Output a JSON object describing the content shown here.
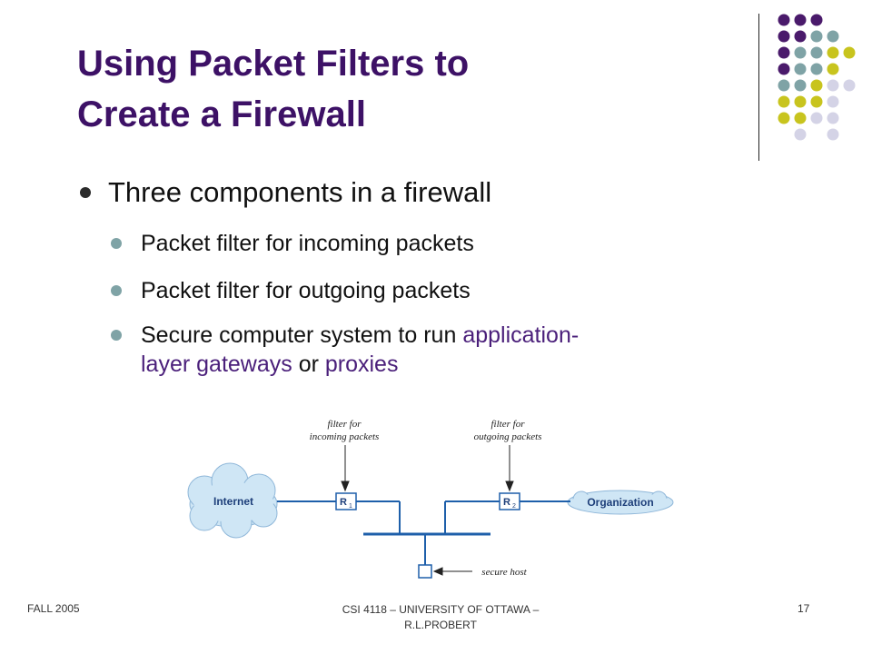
{
  "title": {
    "line1": "Using Packet Filters to",
    "line2": "Create a Firewall"
  },
  "bullets": {
    "main": "Three components in a firewall",
    "sub1": "Packet filter for incoming packets",
    "sub2": "Packet filter for outgoing packets",
    "sub3": {
      "part1": "Secure computer system to run ",
      "highlight1": "application-",
      "highlight1b": "layer gateways",
      "part2": " or ",
      "highlight2": "proxies"
    }
  },
  "diagram": {
    "label_filter_in": [
      "filter for",
      "incoming packets"
    ],
    "label_filter_out": [
      "filter for",
      "outgoing packets"
    ],
    "internet": "Internet",
    "organization": "Organization",
    "router1": "R",
    "router1_sub": "1",
    "router2": "R",
    "router2_sub": "2",
    "secure_host": "secure host"
  },
  "footer": {
    "left": "FALL 2005",
    "center_line1": "CSI 4118 – UNIVERSITY OF OTTAWA –",
    "center_line2": "R.L.PROBERT",
    "page": "17"
  },
  "colors": {
    "title": "#3d1166",
    "dot_purple": "#4a1a6b",
    "dot_teal": "#7fa3a6",
    "dot_yellow": "#c8c41e",
    "dot_lavender": "#d4d3e6",
    "diagram_line": "#1e5faa",
    "cloud_fill": "#cfe6f5"
  }
}
